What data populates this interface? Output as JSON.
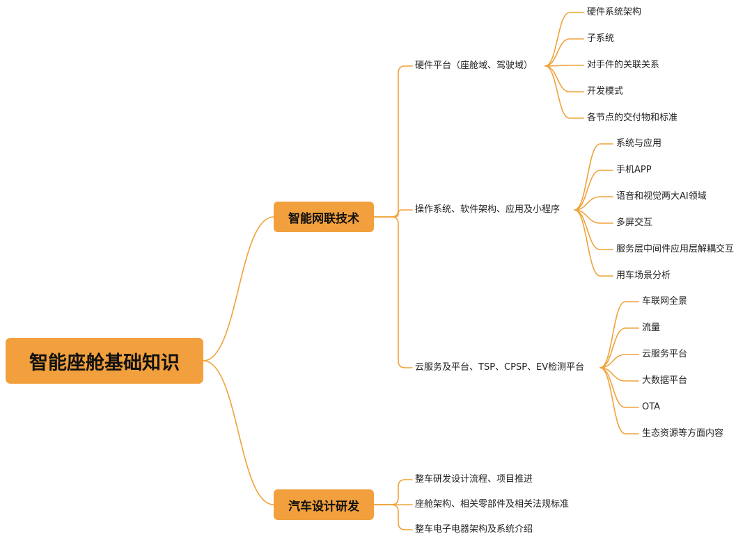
{
  "colors": {
    "accent": "#F2A03D",
    "line": "#EFA23A",
    "text": "#222222"
  },
  "root": {
    "label": "智能座舱基础知识"
  },
  "branches": [
    {
      "label": "智能网联技术",
      "children": [
        {
          "label": "硬件平台（座舱域、驾驶域）",
          "children": [
            "硬件系统架构",
            "子系统",
            "对手件的关联关系",
            "开发模式",
            "各节点的交付物和标准"
          ]
        },
        {
          "label": "操作系统、软件架构、应用及小程序",
          "children": [
            "系统与应用",
            "手机APP",
            "语音和视觉两大AI领域",
            "多屏交互",
            "服务层中间件应用层解耦交互",
            "用车场景分析"
          ]
        },
        {
          "label": "云服务及平台、TSP、CPSP、EV检测平台",
          "children": [
            "车联网全景",
            "流量",
            "云服务平台",
            "大数据平台",
            "OTA",
            "生态资源等方面内容"
          ]
        }
      ]
    },
    {
      "label": "汽车设计研发",
      "children": [
        {
          "label": "整车研发设计流程、项目推进",
          "children": []
        },
        {
          "label": "座舱架构、相关零部件及相关法规标准",
          "children": []
        },
        {
          "label": "整车电子电器架构及系统介绍",
          "children": []
        }
      ]
    }
  ]
}
